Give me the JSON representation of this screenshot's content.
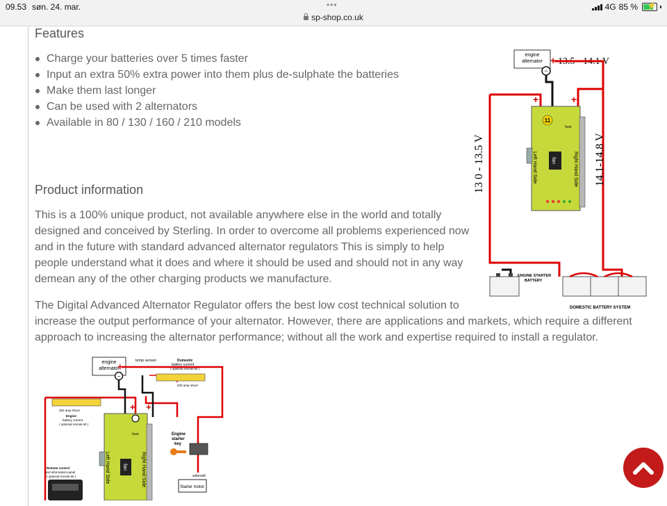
{
  "status_bar": {
    "time": "09.53",
    "date": "søn. 24. mar.",
    "url": "sp-shop.co.uk",
    "network": "4G",
    "battery": "85 %",
    "battery_level": 0.85,
    "url_dots": "•••"
  },
  "features": {
    "heading": "Features",
    "items": [
      "Charge your batteries over 5 times faster",
      "Input an extra 50% extra power into them plus de-sulphate the batteries",
      "Make them last longer",
      "Can be used with 2 alternators",
      "Available in 80 / 130 / 160 / 210 models"
    ]
  },
  "product_info": {
    "heading": "Product information",
    "paragraph1_lines": [
      "This is a 100% unique product, not available anywhere else in the world and totally",
      "designed and conceived by Sterling. In order to overcome all problems experienced now",
      "and in the future with standard advanced alternator regulators This is simply to help",
      "people understand what it does and where it should be used and should not in any way",
      "demean any of the other charging products we manufacture."
    ],
    "paragraph2_lines": [
      "The Digital Advanced Alternator Regulator offers the best low cost technical solution to",
      "increase the output performance of your alternator. However, there are applications and markets, which require a different",
      "approach to increasing the alternator performance; without all the work and expertise required to install a regulator."
    ]
  },
  "diagram1": {
    "alternator_label_1": "engine",
    "alternator_label_2": "alternator",
    "voltage_top": "13.5 - 14.1 V",
    "voltage_left": "13 0 - 13.5 V",
    "voltage_right": "14.1-14.8 V",
    "plus": "+",
    "minus": "−",
    "fuse": "fuse",
    "fan": "fan",
    "left_side": "Left Hand Side",
    "right_side": "Right Hand Side",
    "starter_battery_1": "ENGINE STARTER",
    "starter_battery_2": "BATTERY",
    "domestic_system": "DOMESTIC BATTERY SYSTEM",
    "badge": "11"
  },
  "diagram2": {
    "alternator_label_1": "engine",
    "alternator_label_2": "alternator",
    "temp_sensor": "temp sensor",
    "domestic_current_1": "Domestic",
    "domestic_current_2": "battery current",
    "domestic_current_3": "( optional remote kit )",
    "shunt_right": "200 amp shunt",
    "shunt_left": "200 amp shunt",
    "engine_current_1": "Engine",
    "engine_current_2": "battery current",
    "engine_current_3": "( optional remote kit )",
    "fuse": "fuse",
    "fan": "fan",
    "left_side": "Left Hand Side",
    "right_side": "Right Hand Side",
    "starter_key_1": "Engine",
    "starter_key_2": "starter",
    "starter_key_3": "key",
    "solenoid": "solenoid",
    "starter_motor": "Starter motor",
    "remote_panel_1": "Remote control",
    "remote_panel_2": "and information panel",
    "remote_panel_3": "( optional remote kit )",
    "plus": "+",
    "minus": "−"
  }
}
